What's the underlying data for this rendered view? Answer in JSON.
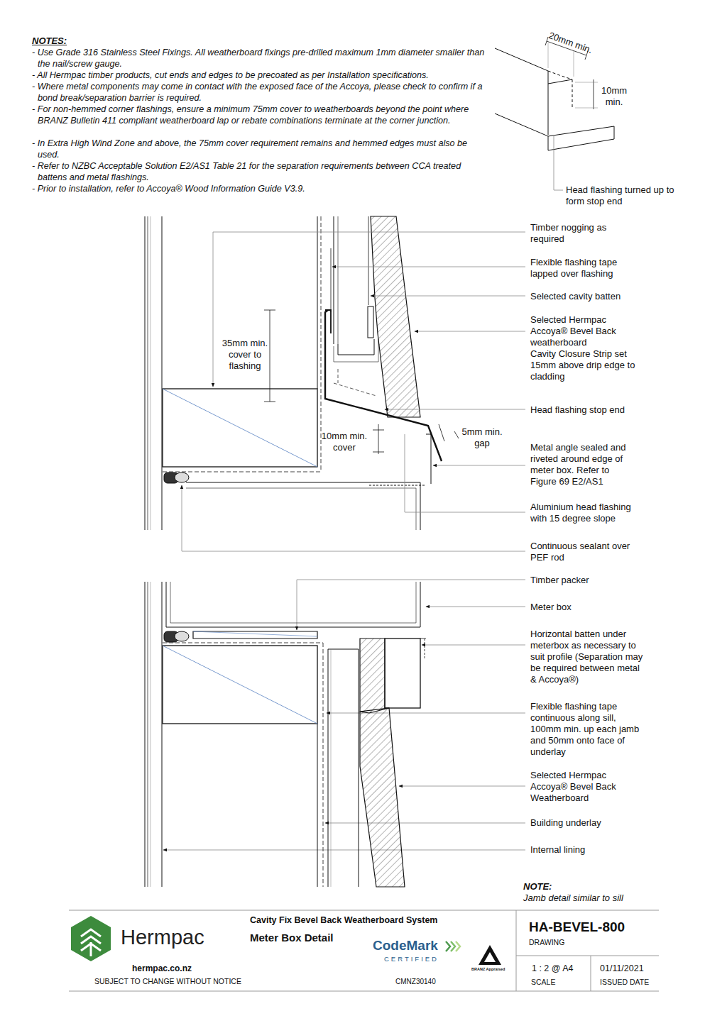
{
  "diagram": {
    "title": "Meter Box Detail",
    "labels": [
      "NOTES:",
      "- Use Grade 316 Stainless Steel Fixings. All weatherboard fixings pre-drilled maximum 1mm diameter smaller than the nail/screw gauge.",
      "- All Hermpac timber products, cut ends and edges to be precoated as per Installation specifications.",
      "- Where metal components may come in contact with the exposed face of the Accoya, please check to confirm if a bond break/separation barrier is required.",
      "- For non-hemmed corner flashings, ensure a minimum 75mm cover to weatherboards beyond the point where BRANZ Bulletin 411 compliant weatherboard lap or rebate combinations terminate at the corner junction.",
      "- In Extra High Wind Zone and above, the 75mm cover requirement remains and hemmed edges must also be used.",
      "- Refer to NZBC Acceptable Solution E2/AS1 Table 21 for the separation requirements between CCA treated battens and metal flashings.",
      "- Prior to installation, refer to Accoya® Wood Information Guide V3.9.",
      "20mm min.",
      "10mm min.",
      "Head flashing turned up to form stop end",
      "Timber nogging as required",
      "Flexible flashing tape lapped over flashing",
      "Selected cavity batten",
      "Selected Hermpac Accoya® Bevel Back weatherboard",
      "Cavity Closure Strip set 15mm above drip edge to cladding",
      "35mm min. cover to flashing",
      "Head flashing stop end",
      "10mm min. cover",
      "5mm min. gap",
      "Metal angle sealed and riveted around edge of meter box. Refer to Figure 69 E2/AS1",
      "Aluminium head flashing with 15 degree slope",
      "Continuous sealant over PEF rod",
      "Timber packer",
      "Meter box",
      "Horizontal batten under meterbox as necessary to suit profile (Separation may be required between metal & Accoya®)",
      "Flexible flashing tape continuous along sill, 100mm min. up each jamb and 50mm onto face of underlay",
      "Selected Hermpac Accoya® Bevel Back Weatherboard",
      "Building underlay",
      "Internal lining",
      "NOTE:",
      "Jamb detail similar to sill",
      "Hermpac",
      "hermpac.co.nz",
      "SUBJECT TO CHANGE WITHOUT NOTICE",
      "Cavity Fix Bevel Back Weatherboard System",
      "CodeMark",
      "CERTIFIED",
      "CMNZ30140",
      "BRANZ Appraised",
      "HA-BEVEL-800",
      "DRAWING",
      "1 : 2 @ A4",
      "SCALE",
      "01/11/2021",
      "ISSUED DATE"
    ]
  }
}
